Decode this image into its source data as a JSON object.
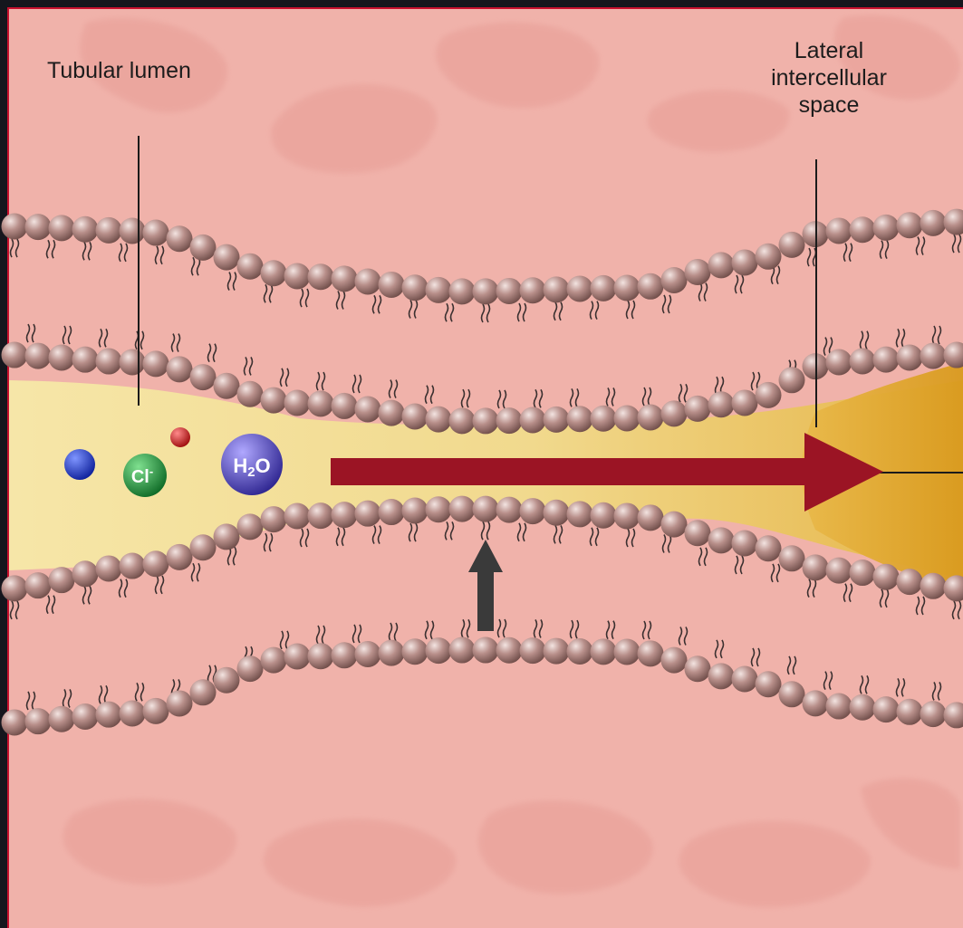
{
  "labels": {
    "tubular_lumen": "Tubular lumen",
    "lateral_space": [
      "Lateral",
      "intercellular",
      "space"
    ]
  },
  "particles": {
    "chloride": {
      "text": "Cl",
      "superscript": "-",
      "color": "#1f9a3a"
    },
    "water": {
      "text": "H",
      "subscript": "2",
      "suffix": "O",
      "color": "#5a4fc9"
    },
    "sodium_small": {
      "color": "#d01a1a"
    },
    "blue_ion": {
      "color": "#1330c8"
    }
  },
  "icons": {
    "flow_arrow": "arrow-right-icon",
    "up_arrow": "arrow-up-icon"
  },
  "colors": {
    "background": "#15161d",
    "frame_border": "#c8102e",
    "cytoplasm": "#f0b2aa",
    "lumen": "#f3df9c",
    "lateral_space": "#e0a82e",
    "lipid_head": "#b58a85",
    "flow_arrow": "#9b1424",
    "up_arrow": "#3a3a3a"
  }
}
